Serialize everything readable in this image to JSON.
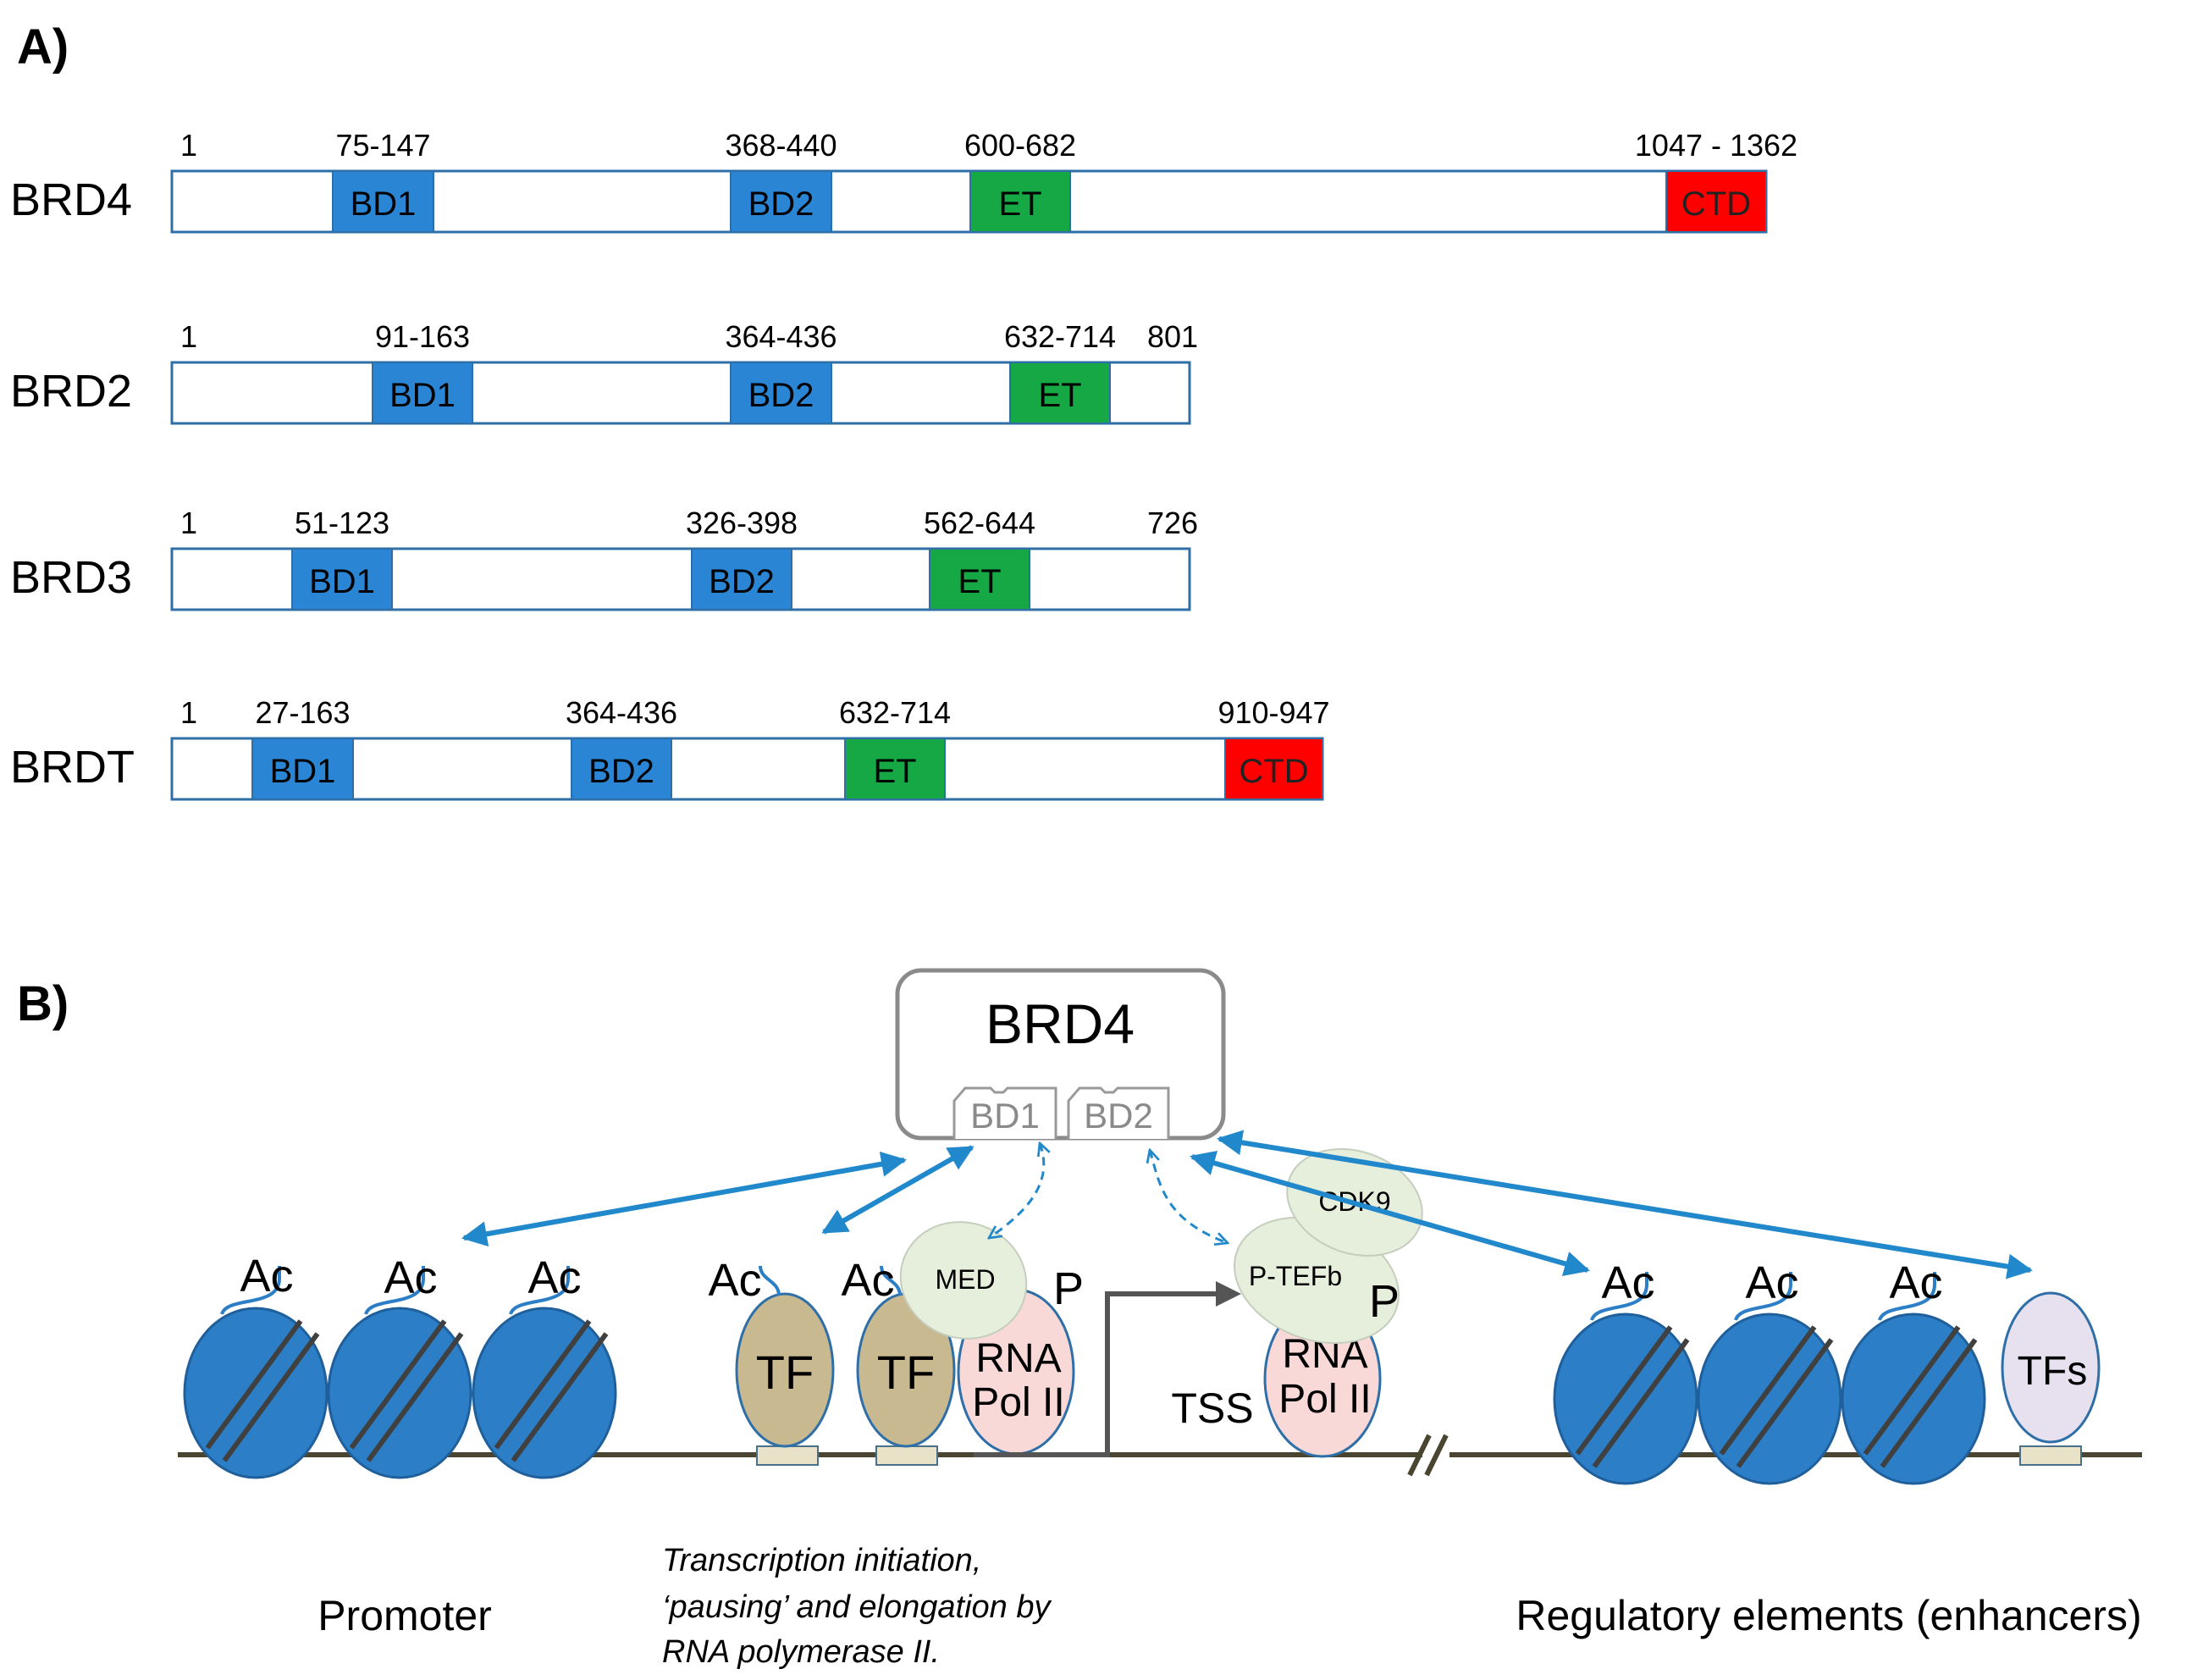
{
  "panel_a": {
    "label": "A)",
    "proteins": [
      {
        "name": "BRD4",
        "start_label": "1",
        "end_label": "",
        "domains": [
          {
            "text": "BD1",
            "range": "75-147",
            "kind": "bd"
          },
          {
            "text": "BD2",
            "range": "368-440",
            "kind": "bd"
          },
          {
            "text": "ET",
            "range": "600-682",
            "kind": "et"
          },
          {
            "text": "CTD",
            "range": "1047 - 1362",
            "kind": "ctd"
          }
        ]
      },
      {
        "name": "BRD2",
        "start_label": "1",
        "end_label": "801",
        "domains": [
          {
            "text": "BD1",
            "range": "91-163",
            "kind": "bd"
          },
          {
            "text": "BD2",
            "range": "364-436",
            "kind": "bd"
          },
          {
            "text": "ET",
            "range": "632-714",
            "kind": "et"
          }
        ]
      },
      {
        "name": "BRD3",
        "start_label": "1",
        "end_label": "726",
        "domains": [
          {
            "text": "BD1",
            "range": "51-123",
            "kind": "bd"
          },
          {
            "text": "BD2",
            "range": "326-398",
            "kind": "bd"
          },
          {
            "text": "ET",
            "range": "562-644",
            "kind": "et"
          }
        ]
      },
      {
        "name": "BRDT",
        "start_label": "1",
        "end_label": "",
        "domains": [
          {
            "text": "BD1",
            "range": "27-163",
            "kind": "bd"
          },
          {
            "text": "BD2",
            "range": "364-436",
            "kind": "bd"
          },
          {
            "text": "ET",
            "range": "632-714",
            "kind": "et"
          },
          {
            "text": "CTD",
            "range": "910-947",
            "kind": "ctd"
          }
        ]
      }
    ]
  },
  "panel_b": {
    "label": "B)",
    "brd4_title": "BRD4",
    "bd1": "BD1",
    "bd2": "BD2",
    "ac": "Ac",
    "tf": "TF",
    "tfs": "TFs",
    "med": "MED",
    "p": "P",
    "rna_line1": "RNA",
    "rna_line2": "Pol II",
    "ptefb": "P-TEFb",
    "cdk9": "CDK9",
    "tss": "TSS",
    "promoter": "Promoter",
    "regulatory": "Regulatory elements (enhancers)",
    "caption_lines": [
      "Transcription initiation,",
      "‘pausing’ and elongation by",
      "RNA polymerase II."
    ]
  },
  "colors": {
    "bd": "#2a86d4",
    "et": "#15a844",
    "ctd": "#ff0000",
    "outline": "#2f6fa8",
    "nucleosome": "#2c7fc6",
    "arrow": "#2288cc",
    "dna": "#4a4530",
    "tf": "#c8b991",
    "rnapol": "#f9d8d8",
    "med": "#e6eedc",
    "tfs": "#e7e0ee"
  }
}
